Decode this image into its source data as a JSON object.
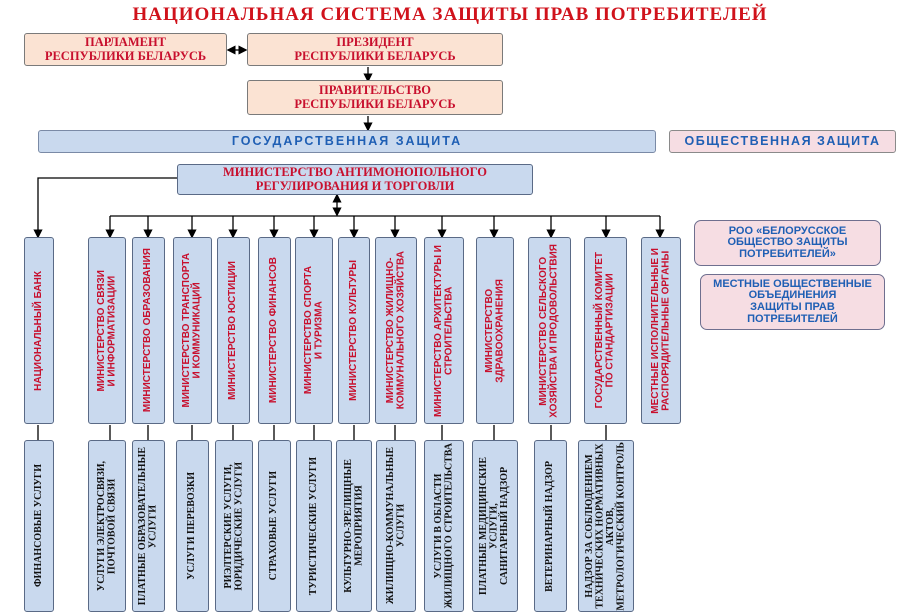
{
  "title": "НАЦИОНАЛЬНАЯ СИСТЕМА ЗАЩИТЫ ПРАВ ПОТРЕБИТЕЛЕЙ",
  "top": {
    "parliament": "ПАРЛАМЕНТ\nРЕСПУБЛИКИ БЕЛАРУСЬ",
    "president": "ПРЕЗИДЕНТ\nРЕСПУБЛИКИ БЕЛАРУСЬ",
    "government": "ПРАВИТЕЛЬСТВО\nРЕСПУБЛИКИ БЕЛАРУСЬ"
  },
  "state_protection": "ГОСУДАРСТВЕННАЯ ЗАЩИТА",
  "public_protection": "ОБЩЕСТВЕННАЯ ЗАЩИТА",
  "antimonopoly": "МИНИСТЕРСТВО АНТИМОНОПОЛЬНОГО\nРЕГУЛИРОВАНИЯ И ТОРГОВЛИ",
  "public_orgs": [
    "РОО «БЕЛОРУССКОЕ\nОБЩЕСТВО ЗАЩИТЫ\nПОТРЕБИТЕЛЕЙ»",
    "МЕСТНЫЕ ОБЩЕСТВЕННЫЕ\nОБЪЕДИНЕНИЯ\nЗАЩИТЫ ПРАВ\nПОТРЕБИТЕЛЕЙ"
  ],
  "bodies": [
    "НАЦИОНАЛЬНЫЙ БАНК",
    "МИНИСТЕРСТВО СВЯЗИ\nИ ИНФОРМАТИЗАЦИИ",
    "МИНИСТЕРСТВО ОБРАЗОВАНИЯ",
    "МИНИСТЕРСТВО ТРАНСПОРТА\nИ КОММУНИКАЦИЙ",
    "МИНИСТЕРСТВО ЮСТИЦИИ",
    "МИНИСТЕРСТВО ФИНАНСОВ",
    "МИНИСТЕРСТВО СПОРТА\nИ ТУРИЗМА",
    "МИНИСТЕРСТВО КУЛЬТУРЫ",
    "МИНИСТЕРСТВО ЖИЛИЩНО-\nКОММУНАЛЬНОГО ХОЗЯЙСТВА",
    "МИНИСТЕРСТВО АРХИТЕКТУРЫ И\nСТРОИТЕЛЬСТВА",
    "МИНИСТЕРСТВО\nЗДРАВООХРАНЕНИЯ",
    "МИНИСТЕРСТВО СЕЛЬСКОГО\nХОЗЯЙСТВА И ПРОДОВОЛЬСТВИЯ",
    "ГОСУДАРСТВЕННЫЙ КОМИТЕТ\nПО СТАНДАРТИЗАЦИИ",
    "МЕСТНЫЕ ИСПОЛНИТЕЛЬНЫЕ И\nРАСПОРЯДИТЕЛЬНЫЕ ОРГАНЫ"
  ],
  "services": [
    "ФИНАНСОВЫЕ УСЛУГИ",
    "УСЛУГИ ЭЛЕКТРОСВЯЗИ,\nПОЧТОВОЙ СВЯЗИ",
    "ПЛАТНЫЕ ОБРАЗОВАТЕЛЬНЫЕ\nУСЛУГИ",
    "УСЛУГИ ПЕРЕВОЗКИ",
    "РИЭЛТЕРСКИЕ УСЛУГИ,\nЮРИДИЧЕСКИЕ УСЛУГИ",
    "СТРАХОВЫЕ УСЛУГИ",
    "ТУРИСТИЧЕСКИЕ УСЛУГИ",
    "КУЛЬТУРНО-ЗРЕЛИЩНЫЕ\nМЕРОПРИЯТИЯ",
    "ЖИЛИЩНО-КОММУНАЛЬНЫЕ\nУСЛУГИ",
    "УСЛУГИ В ОБЛАСТИ\nЖИЛИЩНОГО СТРОИТЕЛЬСТВА",
    "ПЛАТНЫЕ МЕДИЦИНСКИЕ\nУСЛУГИ,\nСАНИТАРНЫЙ НАДЗОР",
    "ВЕТЕРИНАРНЫЙ НАДЗОР",
    "НАДЗОР ЗА СОБЛЮДЕНИЕМ\nТЕХНИЧЕСКИХ НОРМАТИВНЫХ\nАКТОВ,\nМЕТРОЛОГИЧЕСКИЙ КОНТРОЛЬ"
  ]
}
